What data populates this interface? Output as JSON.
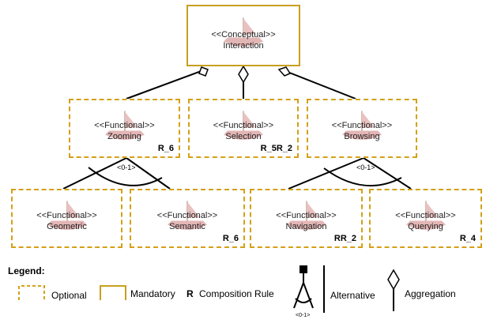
{
  "nodes": {
    "root": {
      "stereotype": "<<Conceptual>>",
      "name": "Interaction",
      "rule": ""
    },
    "zooming": {
      "stereotype": "<<Functional>>",
      "name": "Zooming",
      "rule": "R_6"
    },
    "selection": {
      "stereotype": "<<Functional>>",
      "name": "Selection",
      "rule": "R_5R_2"
    },
    "browsing": {
      "stereotype": "<<Functional>>",
      "name": "Browsing",
      "rule": ""
    },
    "geometric": {
      "stereotype": "<<Functional>>",
      "name": "Geometric",
      "rule": ""
    },
    "semantic": {
      "stereotype": "<<Functional>>",
      "name": "Semantic",
      "rule": "R_6"
    },
    "navigation": {
      "stereotype": "<<Functional>>",
      "name": "Navigation",
      "rule": "RR_2"
    },
    "querying": {
      "stereotype": "<<Functional>>",
      "name": "Querying",
      "rule": "R_4"
    }
  },
  "cardinalities": {
    "zooming": "<0-1>",
    "browsing": "<0-1>"
  },
  "legend": {
    "title": "Legend:",
    "optional": "Optional",
    "mandatory": "Mandatory",
    "rule_symbol": "R",
    "composition_rule": "Composition Rule",
    "alternative_card": "<0-1>",
    "alternative": "Alternative",
    "aggregation": "Aggregation"
  },
  "colors": {
    "optional_border": "#d4a017",
    "mandatory_border": "#c8a020",
    "line": "#000000"
  },
  "icons": {
    "node_watermark": "ship-icon"
  }
}
